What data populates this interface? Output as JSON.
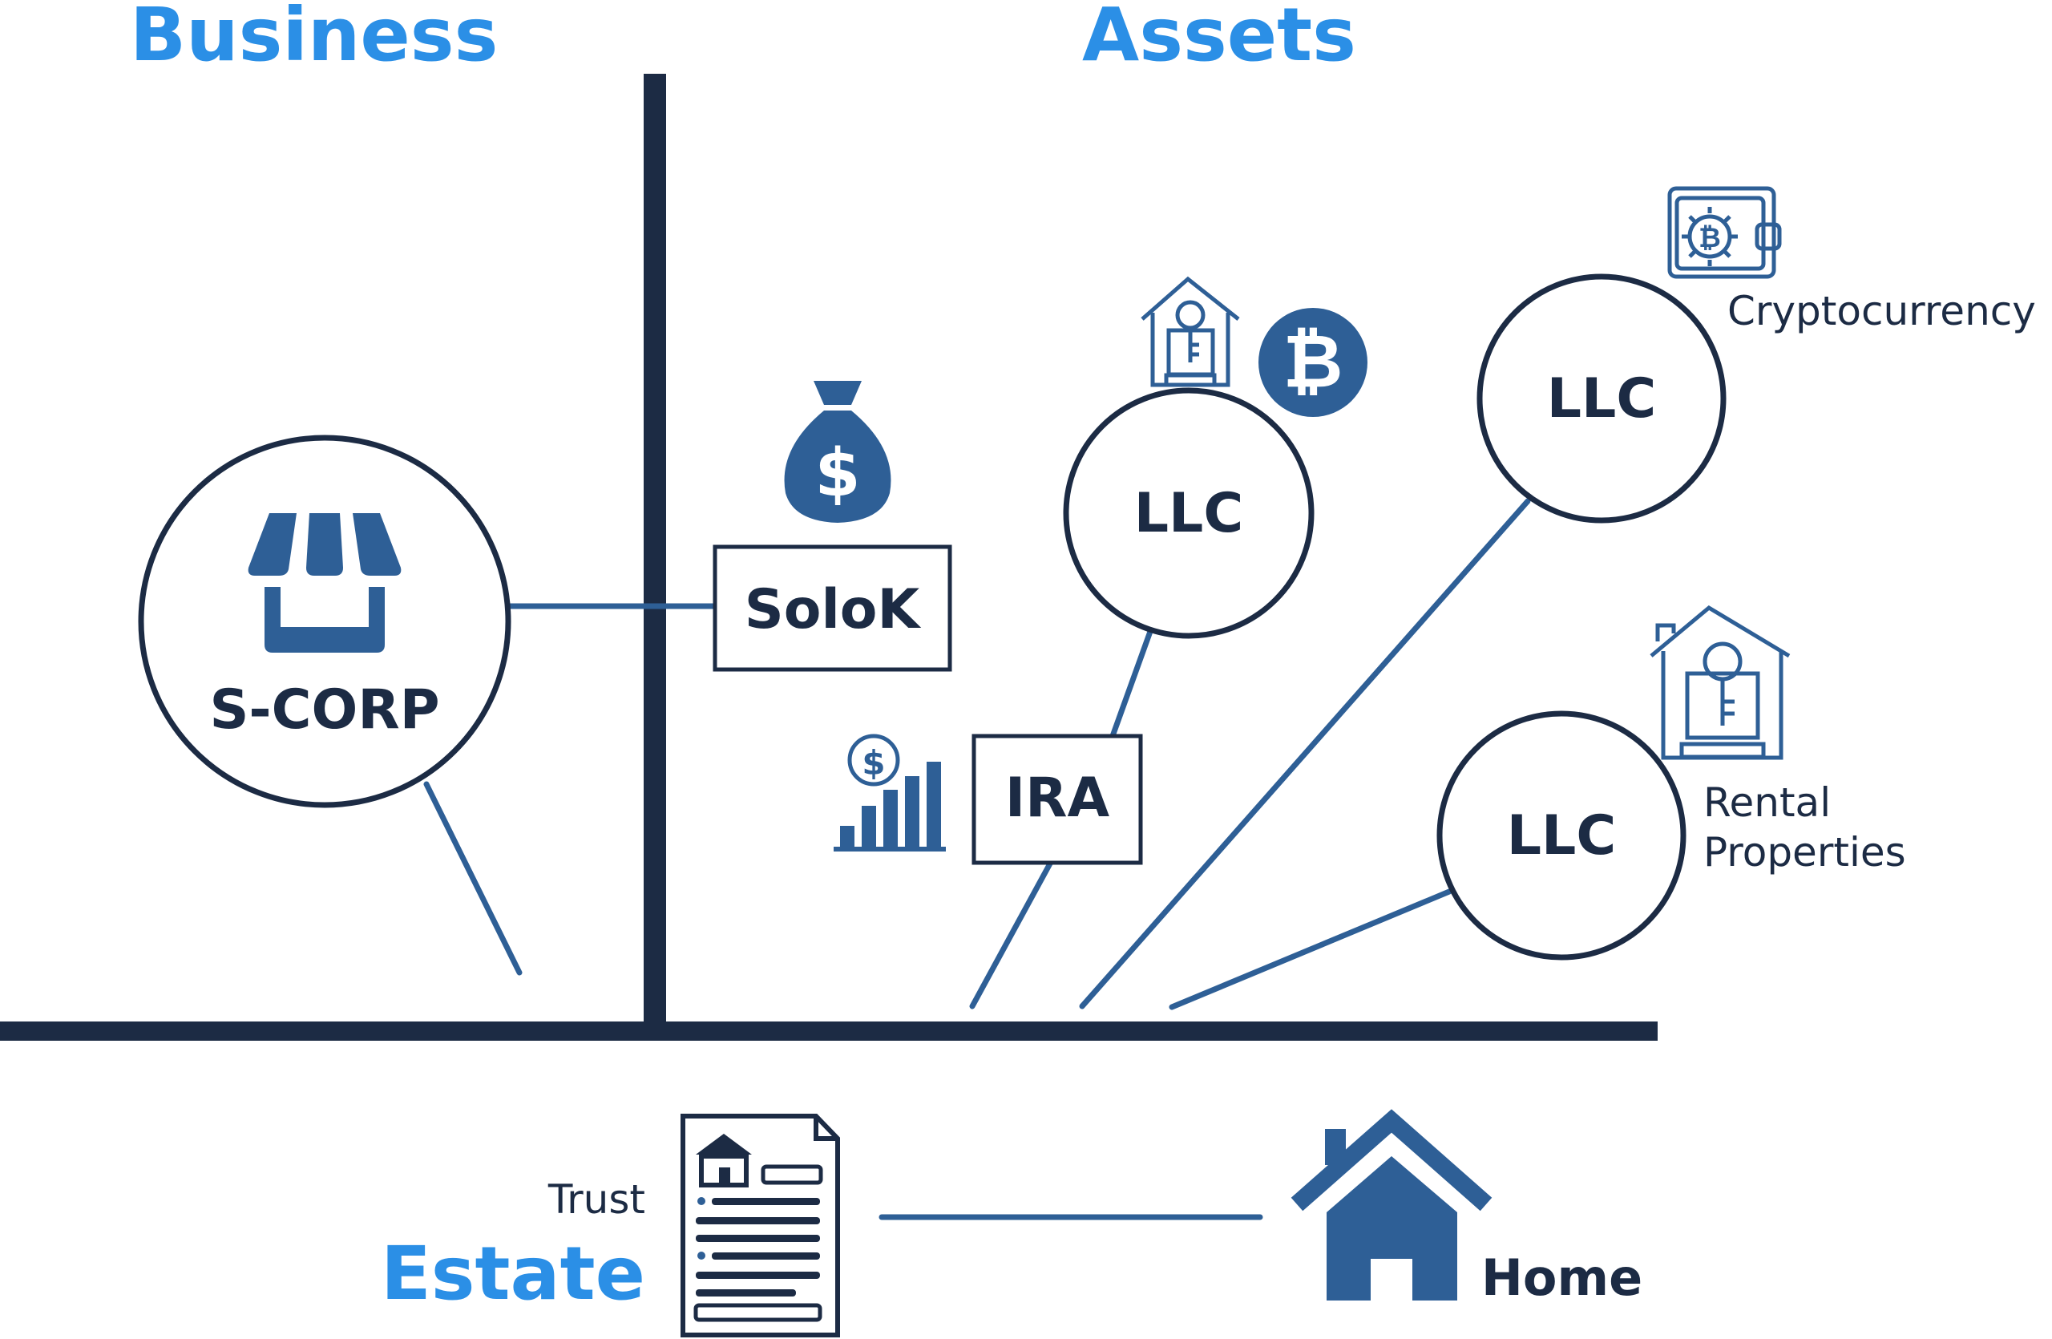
{
  "headings": {
    "business": "Business",
    "assets": "Assets",
    "estate": "Estate"
  },
  "entities": {
    "scorp": "S-CORP",
    "solok": "SoloK",
    "ira": "IRA",
    "llc_crypto_realestate": "LLC",
    "llc_crypto": "LLC",
    "llc_rental": "LLC"
  },
  "captions": {
    "cryptocurrency": "Cryptocurrency",
    "rental_line1": "Rental",
    "rental_line2": "Properties",
    "trust": "Trust",
    "home": "Home"
  },
  "colors": {
    "heading_blue": "#2b8fe6",
    "navy": "#1c2b44",
    "icon_blue": "#2e5f96"
  }
}
